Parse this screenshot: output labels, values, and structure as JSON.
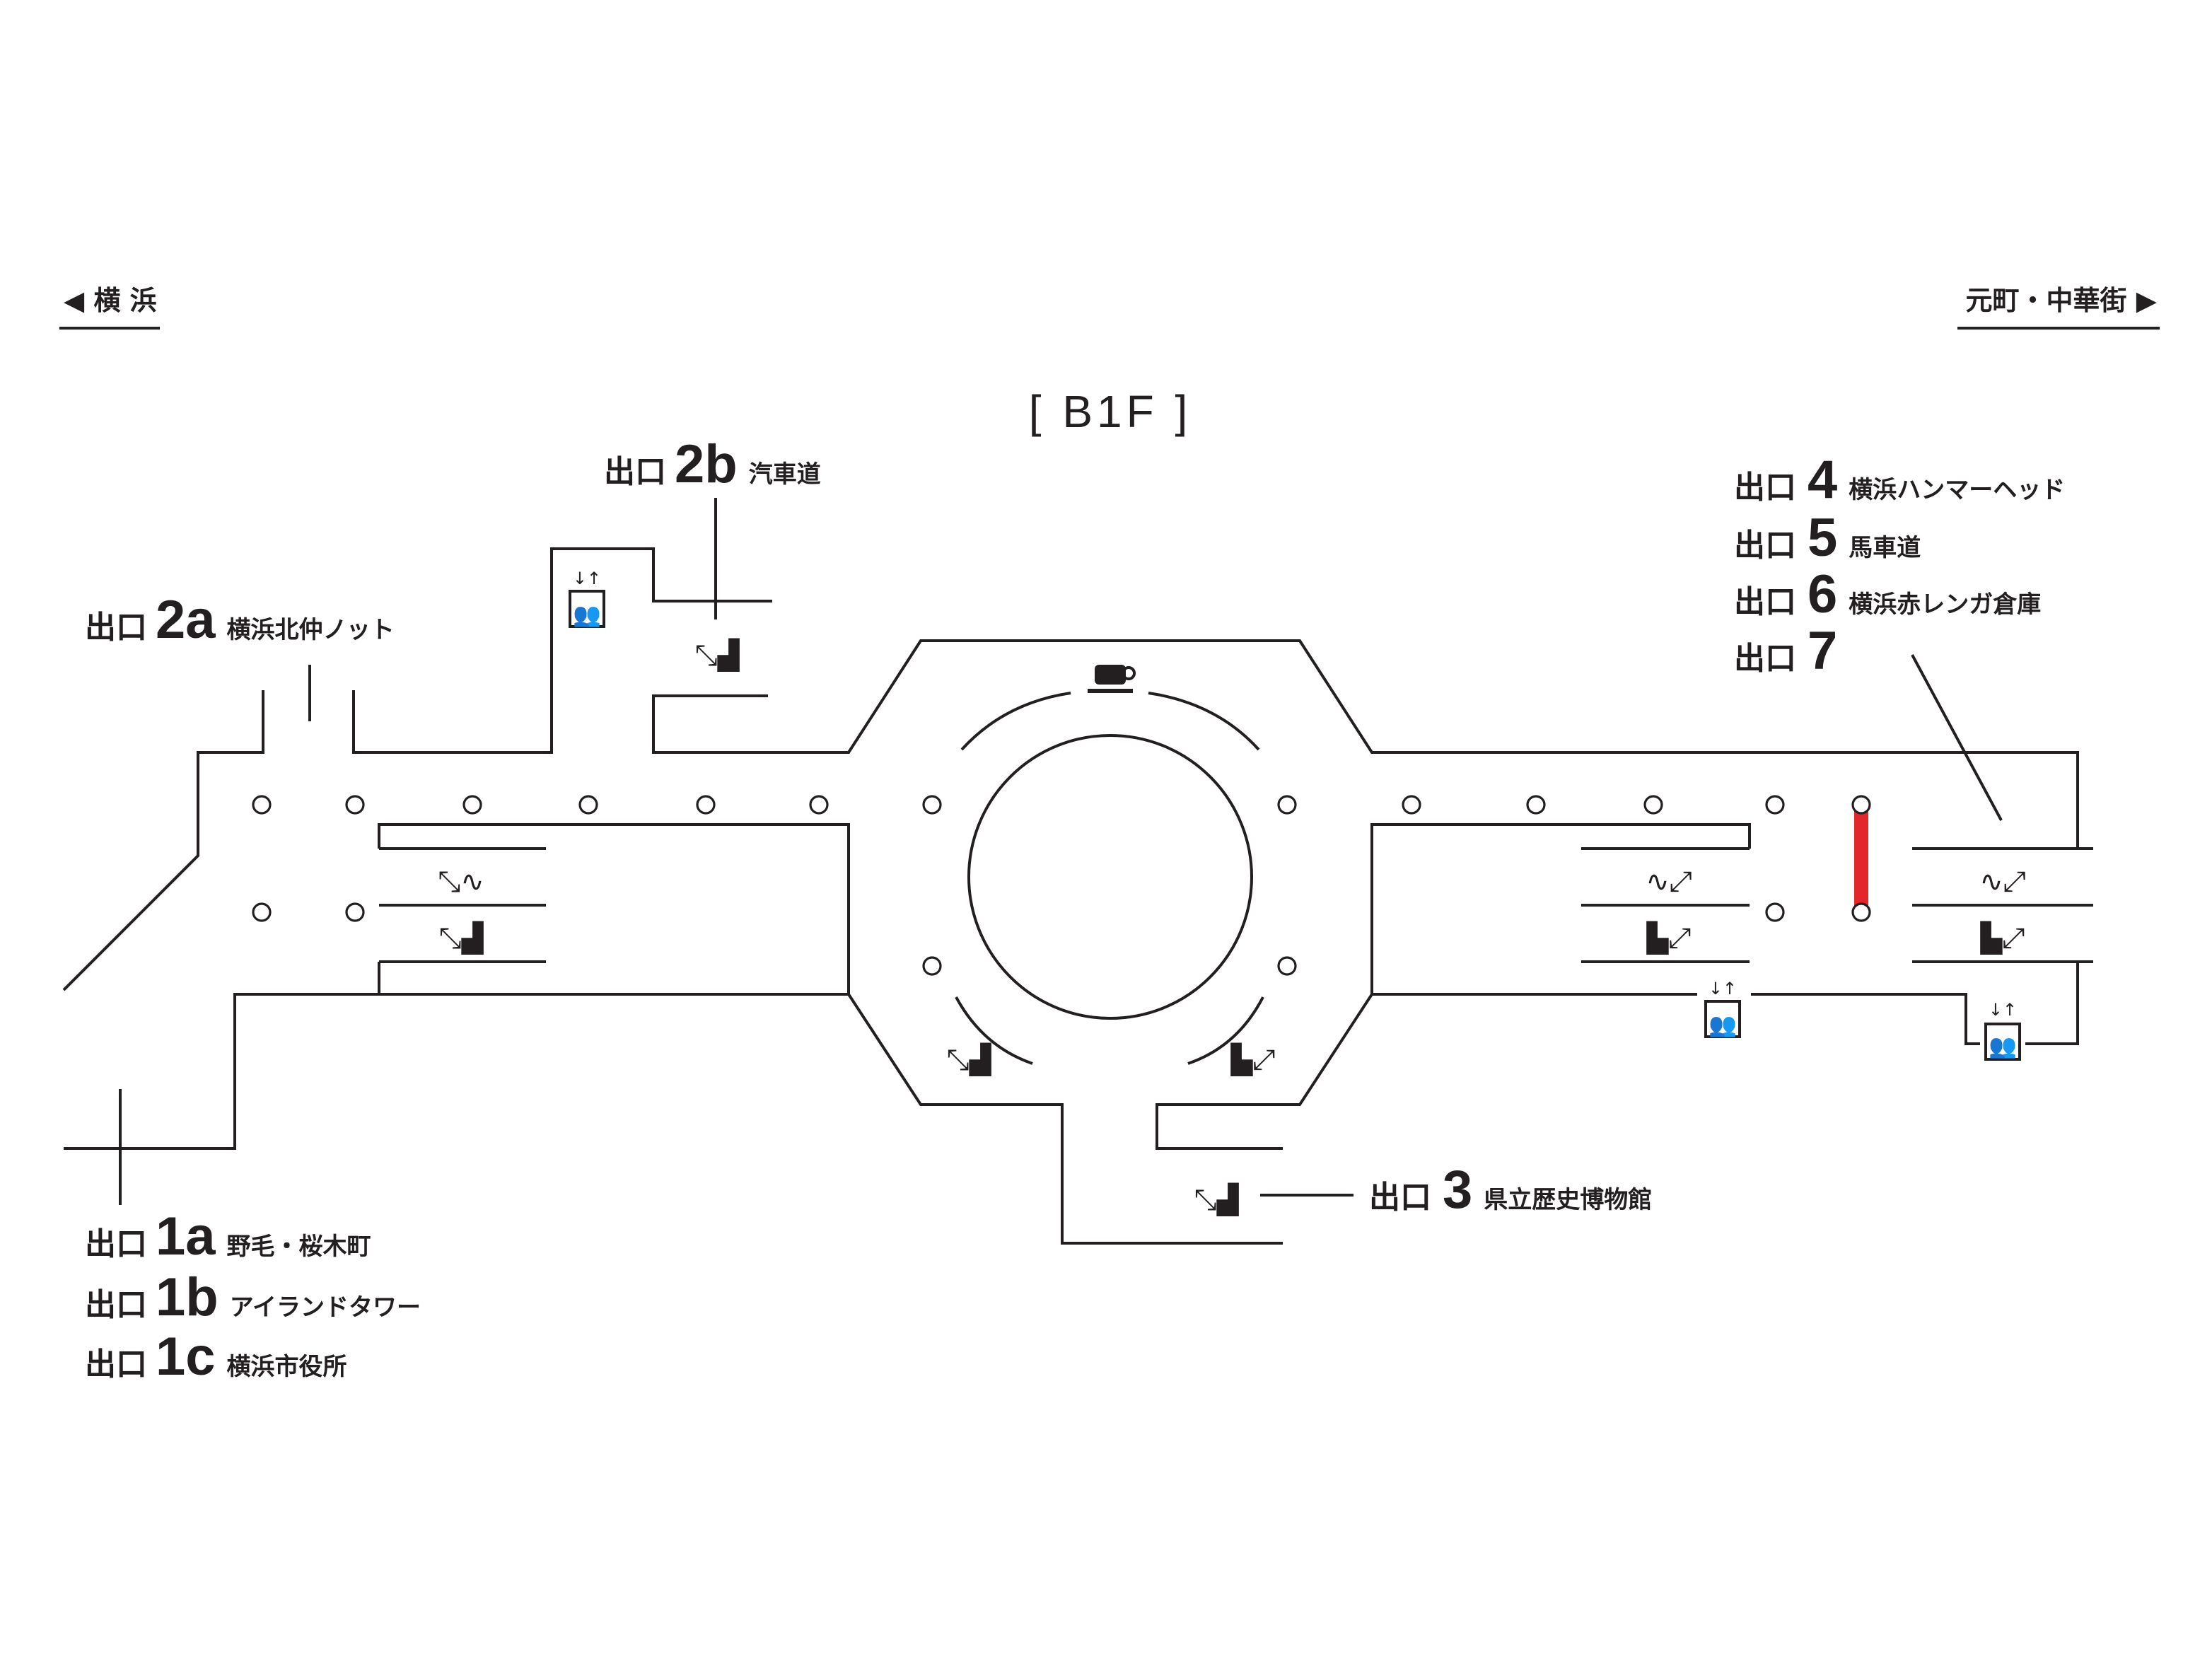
{
  "nav": {
    "left": "◀ 横 浜",
    "right": "元町・中華街 ▶"
  },
  "floor": "[ B1F ]",
  "exit_prefix": "出口",
  "exits": {
    "e1a": {
      "num": "1a",
      "dest": "野毛・桜木町"
    },
    "e1b": {
      "num": "1b",
      "dest": "アイランドタワー"
    },
    "e1c": {
      "num": "1c",
      "dest": "横浜市役所"
    },
    "e2a": {
      "num": "2a",
      "dest": "横浜北仲ノット"
    },
    "e2b": {
      "num": "2b",
      "dest": "汽車道"
    },
    "e3": {
      "num": "3",
      "dest": "県立歴史博物館"
    },
    "e4": {
      "num": "4",
      "dest": "横浜ハンマーヘッド"
    },
    "e5": {
      "num": "5",
      "dest": "馬車道"
    },
    "e6": {
      "num": "6",
      "dest": "横浜赤レンガ倉庫"
    },
    "e7": {
      "num": "7",
      "dest": ""
    }
  },
  "colors": {
    "line": "#231f20",
    "highlight": "#e3262b"
  },
  "icons": [
    "elevator-icon",
    "stairs-icon",
    "escalator-icon",
    "cafe-icon"
  ]
}
